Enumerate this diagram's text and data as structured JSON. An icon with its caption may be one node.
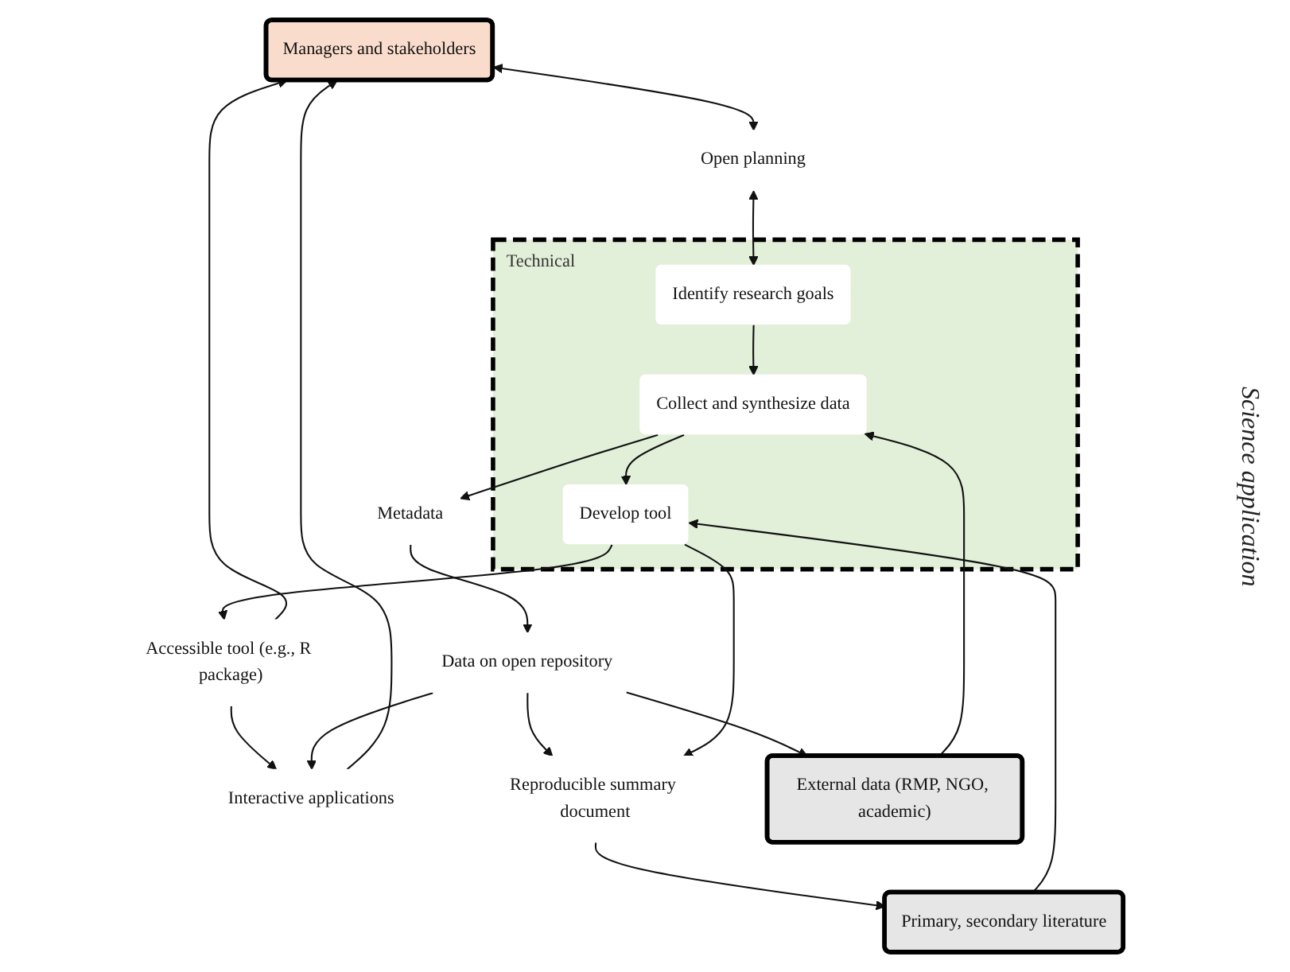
{
  "diagram": {
    "nodes": [
      {
        "text": [
          "Managers and stakeholders"
        ]
      },
      {
        "text": [
          "Interactive applications"
        ]
      },
      {
        "text": [
          "Accessible tool (e.g., R package)"
        ]
      },
      {
        "text": [
          "Metadata"
        ]
      },
      {
        "text": [
          "Data on open repository"
        ]
      },
      {
        "text": [
          "Reproducible summary document"
        ]
      },
      {
        "text": [
          "Open planning"
        ]
      },
      {
        "text": [
          "External data (RMP, NGO, academic)"
        ]
      },
      {
        "text": [
          "Primary, secondary literature"
        ]
      },
      {
        "text": [
          "Technical"
        ]
      },
      {
        "text": [
          "Identify research goals"
        ],
        "in": 9
      },
      {
        "text": [
          "Collect and synthesize data"
        ],
        "in": 9
      },
      {
        "text": [
          "Develop tool"
        ],
        "in": 9
      }
    ],
    "edges": [
      {
        "from": 2,
        "to": 0,
        "arrow": "to"
      },
      {
        "from": 1,
        "to": 0,
        "arrow": "to"
      },
      {
        "from": 2,
        "to": 1,
        "arrow": "to"
      },
      {
        "from": 0,
        "to": 6,
        "arrow": "both"
      },
      {
        "from": 3,
        "to": 4,
        "arrow": "to"
      },
      {
        "from": 4,
        "to": 1,
        "arrow": "to"
      },
      {
        "from": 4,
        "to": 5,
        "arrow": "to"
      },
      {
        "from": 4,
        "to": 7,
        "arrow": "to"
      },
      {
        "from": 5,
        "to": 8,
        "arrow": "to"
      },
      {
        "from": 6,
        "to": 10,
        "arrow": "both"
      },
      {
        "from": 7,
        "to": 11,
        "arrow": "to"
      },
      {
        "from": 8,
        "to": 12,
        "arrow": "to"
      },
      {
        "from": 10,
        "to": 11,
        "arrow": "to"
      },
      {
        "from": 11,
        "to": 12,
        "arrow": "to"
      },
      {
        "from": 11,
        "to": 3,
        "arrow": "to"
      },
      {
        "from": 12,
        "to": 5,
        "arrow": "to"
      },
      {
        "from": 12,
        "to": 2,
        "arrow": "to"
      }
    ],
    "labels": [
      "Science application"
    ]
  }
}
